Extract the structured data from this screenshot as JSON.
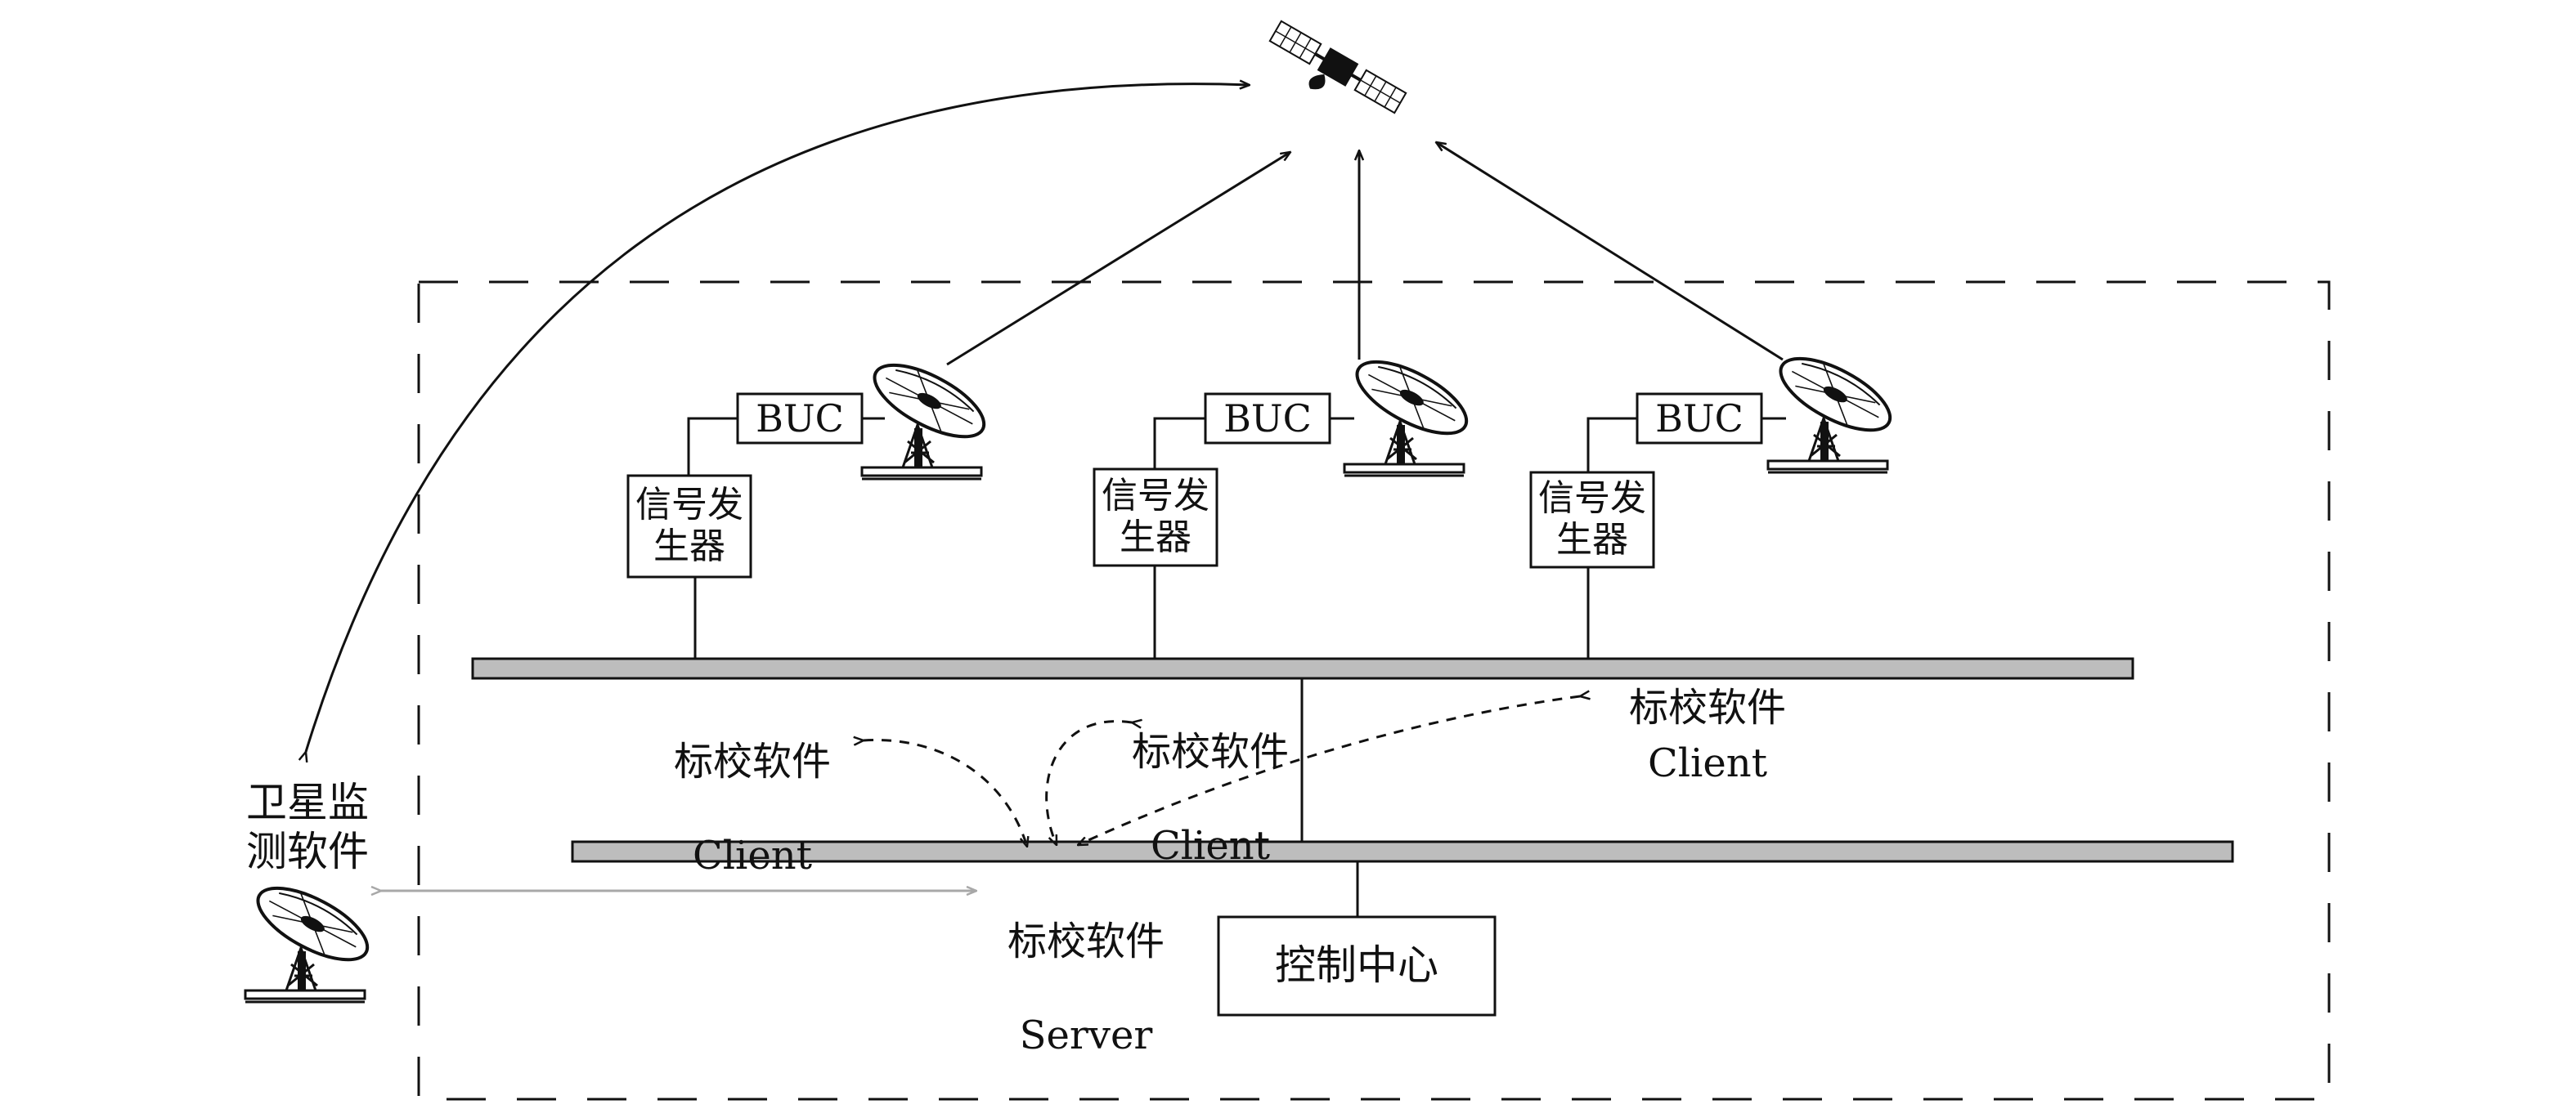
{
  "buc_label": "BUC",
  "signal_generator_label": "信号发\n生器",
  "client": {
    "cn": "标校软件",
    "en": "Client"
  },
  "server": {
    "cn": "标校软件",
    "en": "Server"
  },
  "control_center": "控制中心",
  "monitor_software": "卫星监\n测软件",
  "colors": {
    "line": "#111111",
    "bus_fill": "#bdbdbd",
    "gray_arrow": "#a8a8a8"
  }
}
